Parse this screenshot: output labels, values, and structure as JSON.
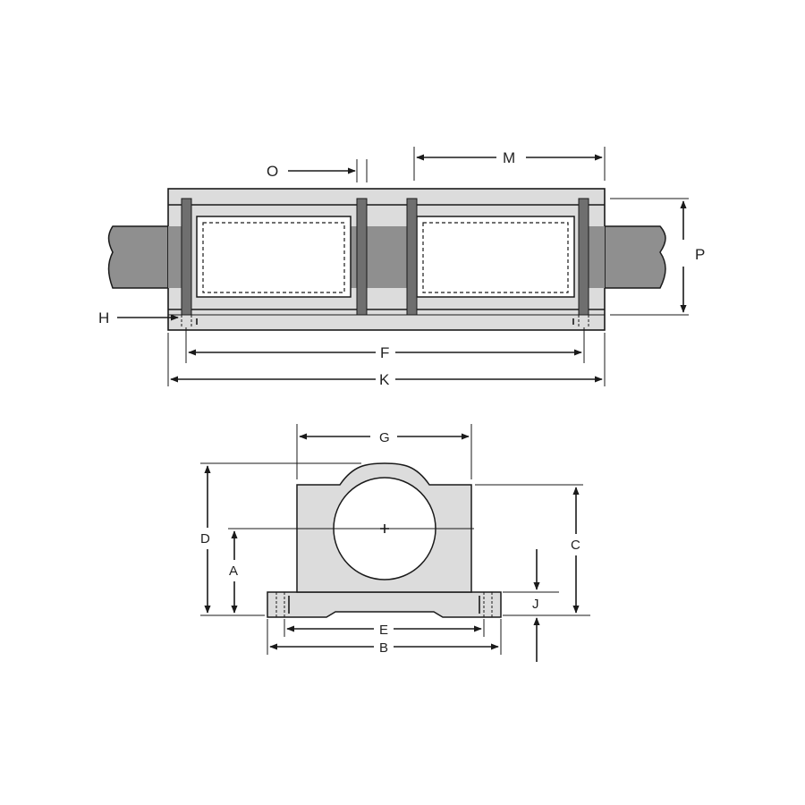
{
  "labels": {
    "O": "O",
    "M": "M",
    "P": "P",
    "H": "H",
    "F": "F",
    "K": "K",
    "G": "G",
    "D": "D",
    "A": "A",
    "C": "C",
    "J": "J",
    "E": "E",
    "B": "B"
  },
  "colors": {
    "shaft": "#8f8f8f",
    "housing": "#dcdcdc",
    "seal": "#6f6f6f",
    "bearing_window": "#ffffff",
    "line": "#1a1a1a"
  }
}
